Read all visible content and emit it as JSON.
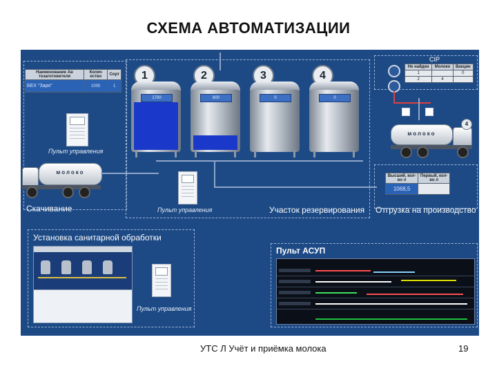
{
  "slide": {
    "title": "СХЕМА АВТОМАТИЗАЦИИ",
    "footer": "УТС Л Учёт и приёмка молока",
    "page_number": "19"
  },
  "colors": {
    "scheme_bg": "#1d4a85",
    "milk_fill": "#1a38c9",
    "zone_border": "#9fb8dc"
  },
  "intake": {
    "table": {
      "headers": [
        "Наименование Ав тозаготовителя",
        "Колич ество",
        "Сорт"
      ],
      "row": [
        "БЕХ \"Заря\"",
        "1000",
        "1"
      ]
    },
    "control_panel_label": "Пульт управления",
    "truck_label": "молоко",
    "zone_label": "Скачивание"
  },
  "reservation": {
    "tanks": [
      {
        "number": "1",
        "level_text": "1700",
        "fill_fraction": 0.82
      },
      {
        "number": "2",
        "level_text": "800",
        "fill_fraction": 0.25
      },
      {
        "number": "3",
        "level_text": "0",
        "fill_fraction": 0
      },
      {
        "number": "4",
        "level_text": "0",
        "fill_fraction": 0
      }
    ],
    "control_panel_label": "Пульт управления",
    "zone_label": "Участок резервирования"
  },
  "cip": {
    "label": "CIP",
    "headers": [
      "Не найден",
      "Молоко",
      "Вакцин"
    ],
    "rows": [
      [
        "1",
        "",
        "0"
      ],
      [
        "2",
        "4",
        ""
      ]
    ]
  },
  "shipment": {
    "truck_label": "молоко",
    "badge": "4",
    "table": {
      "headers": [
        "Высший, кол-во л",
        "Первый, кол-во л"
      ],
      "row": [
        "1068,5",
        ""
      ]
    },
    "zone_label": "Отгрузка на производство"
  },
  "sanitation": {
    "zone_label": "Установка санитарной обработки",
    "control_panel_label": "Пульт управления"
  },
  "asup": {
    "zone_label": "Пульт АСУП"
  }
}
